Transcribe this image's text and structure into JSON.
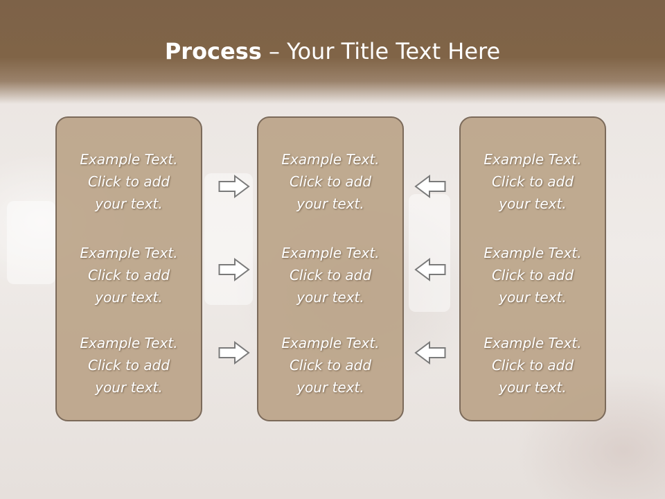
{
  "slide": {
    "title_bold": "Process",
    "title_rest": " – Your Title Text Here"
  },
  "panels": [
    {
      "items": [
        {
          "line1": "Example Text.",
          "line2": "Click  to add",
          "line3": "your text."
        },
        {
          "line1": "Example Text.",
          "line2": "Click  to add",
          "line3": "your text."
        },
        {
          "line1": "Example Text.",
          "line2": "Click  to add",
          "line3": "your text."
        }
      ]
    },
    {
      "items": [
        {
          "line1": "Example Text.",
          "line2": "Click  to add",
          "line3": "your text."
        },
        {
          "line1": "Example Text.",
          "line2": "Click  to add",
          "line3": "your text."
        },
        {
          "line1": "Example Text.",
          "line2": "Click  to add",
          "line3": "your text."
        }
      ]
    },
    {
      "items": [
        {
          "line1": "Example Text.",
          "line2": "Click  to add",
          "line3": "your text."
        },
        {
          "line1": "Example Text.",
          "line2": "Click  to add",
          "line3": "your text."
        },
        {
          "line1": "Example Text.",
          "line2": "Click  to add",
          "line3": "your text."
        }
      ]
    }
  ],
  "arrows": {
    "left_group": "arrow-right-icon",
    "right_group": "arrow-left-icon"
  },
  "colors": {
    "header": "#806447",
    "panel": "#b8a084",
    "panel_border": "#7b6a5a",
    "arrow_stroke": "#7a7a7a"
  }
}
